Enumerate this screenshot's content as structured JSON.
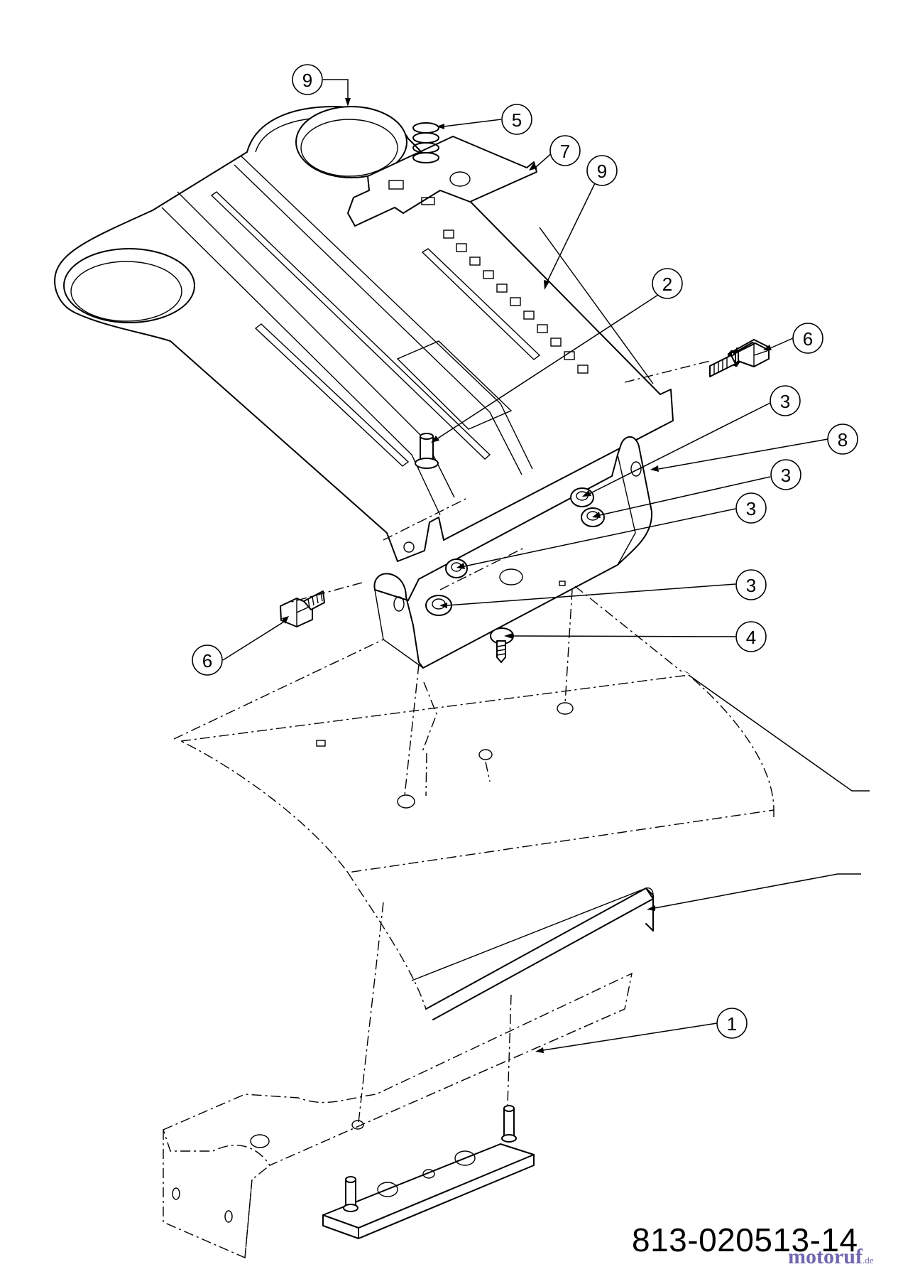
{
  "callouts": [
    {
      "id": "callout-9-top",
      "label": "9"
    },
    {
      "id": "callout-5",
      "label": "5"
    },
    {
      "id": "callout-7",
      "label": "7"
    },
    {
      "id": "callout-9-right",
      "label": "9"
    },
    {
      "id": "callout-2",
      "label": "2"
    },
    {
      "id": "callout-6-right",
      "label": "6"
    },
    {
      "id": "callout-3-a",
      "label": "3"
    },
    {
      "id": "callout-8",
      "label": "8"
    },
    {
      "id": "callout-3-b",
      "label": "3"
    },
    {
      "id": "callout-3-c",
      "label": "3"
    },
    {
      "id": "callout-3-d",
      "label": "3"
    },
    {
      "id": "callout-4",
      "label": "4"
    },
    {
      "id": "callout-6-left",
      "label": "6"
    },
    {
      "id": "callout-1",
      "label": "1"
    }
  ],
  "drawing_number": "813-020513-14",
  "watermark": {
    "brand": "motoruf",
    "tld": ".de"
  }
}
